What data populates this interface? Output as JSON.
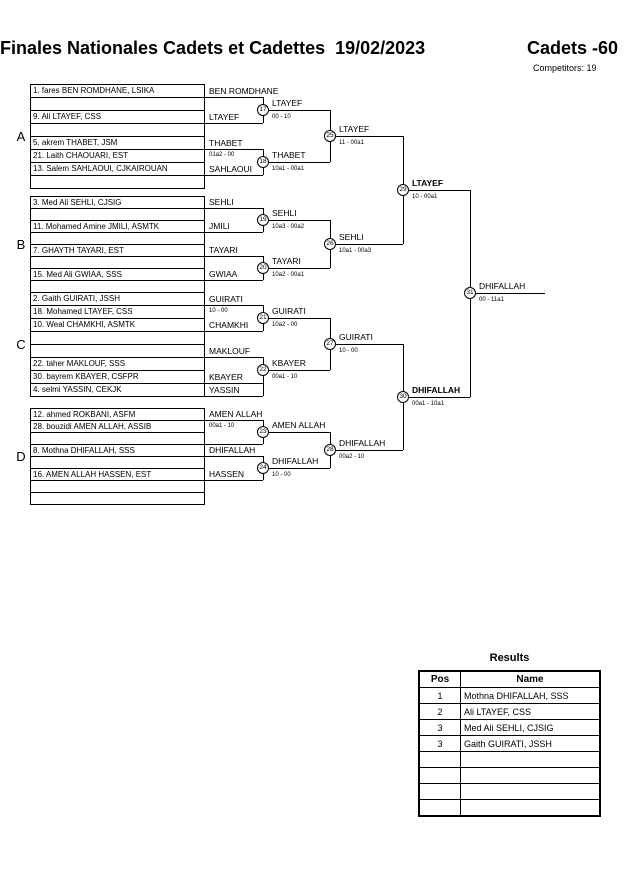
{
  "header": {
    "title": "Finales Nationales Cadets et Cadettes  19/02/2023",
    "category": "Cadets -60",
    "competitors": "Competitors: 19"
  },
  "pool_labels": [
    "A",
    "B",
    "C",
    "D"
  ],
  "bracket": {
    "seeds": [
      "1. fares BEN ROMDHANE, LSIKA",
      "",
      "9. Ali LTAYEF, CSS",
      "",
      "5. akrem THABET, JSM",
      "21. Laith CHAOUARI, EST",
      "13. Salem SAHLAOUI, CJKAIROUAN",
      "",
      "3. Med Ali SEHLI, CJSIG",
      "",
      "11. Mohamed Amine JMILI, ASMTK",
      "",
      "7. GHAYTH TAYARI, EST",
      "",
      "15. Med Ali GWIAA, SSS",
      "",
      "2. Gaith GUIRATI, JSSH",
      "18. Mohamed LTAYEF, CSS",
      "10. Weal CHAMKHI, ASMTK",
      "",
      "",
      "22. taher MAKLOUF, SSS",
      "30. bayrem KBAYER, CSFPR",
      "4. selmi YASSIN, CEKJK",
      "12. ahmed ROKBANI, ASFM",
      "28. bouzidi AMEN ALLAH, ASSIB",
      "",
      "8. Mothna DHIFALLAH, SSS",
      "",
      "16. AMEN ALLAH HASSEN, EST",
      "",
      ""
    ],
    "entrants": [
      {
        "name": "BEN ROMDHANE",
        "score": ""
      },
      {
        "name": "LTAYEF",
        "score": ""
      },
      {
        "name": "THABET",
        "score": "01a2 - 00"
      },
      {
        "name": "SAHLAOUI",
        "score": ""
      },
      {
        "name": "SEHLI",
        "score": ""
      },
      {
        "name": "JMILI",
        "score": ""
      },
      {
        "name": "TAYARI",
        "score": ""
      },
      {
        "name": "GWIAA",
        "score": ""
      },
      {
        "name": "GUIRATI",
        "score": "10 - 00"
      },
      {
        "name": "CHAMKHI",
        "score": ""
      },
      {
        "name": "MAKLOUF",
        "score": ""
      },
      {
        "name": "KBAYER",
        "score": ""
      },
      {
        "name": "YASSIN",
        "score": ""
      },
      {
        "name": "AMEN ALLAH",
        "score": "00a1 - 10"
      },
      {
        "name": "DHIFALLAH",
        "score": ""
      },
      {
        "name": "HASSEN",
        "score": ""
      }
    ],
    "matches": [
      {
        "n": "17",
        "winner": "LTAYEF",
        "score": "00 - 10"
      },
      {
        "n": "18",
        "winner": "THABET",
        "score": "10a1 - 00a1"
      },
      {
        "n": "19",
        "winner": "SEHLI",
        "score": "10a3 - 00a2"
      },
      {
        "n": "20",
        "winner": "TAYARI",
        "score": "10a2 - 00a1"
      },
      {
        "n": "21",
        "winner": "GUIRATI",
        "score": "10a2 - 00"
      },
      {
        "n": "22",
        "winner": "KBAYER",
        "score": "00a1 - 10"
      },
      {
        "n": "23",
        "winner": "AMEN ALLAH",
        "score": ""
      },
      {
        "n": "24",
        "winner": "DHIFALLAH",
        "score": "10 - 00"
      },
      {
        "n": "25",
        "winner": "LTAYEF",
        "score": "11 - 00a1"
      },
      {
        "n": "26",
        "winner": "SEHLI",
        "score": "10a1 - 00a3"
      },
      {
        "n": "27",
        "winner": "GUIRATI",
        "score": "10 - 00"
      },
      {
        "n": "28",
        "winner": "DHIFALLAH",
        "score": "00a2 - 10"
      },
      {
        "n": "29",
        "winner": "LTAYEF",
        "score": "10 - 00a1"
      },
      {
        "n": "30",
        "winner": "DHIFALLAH",
        "score": "00a1 - 10a1"
      },
      {
        "n": "31",
        "winner": "DHIFALLAH",
        "score": "00 - 11a1"
      }
    ]
  },
  "results": {
    "title": "Results",
    "columns": [
      "Pos",
      "Name"
    ],
    "rows": [
      {
        "pos": "1",
        "name": "Mothna DHIFALLAH, SSS"
      },
      {
        "pos": "2",
        "name": "Ali LTAYEF, CSS"
      },
      {
        "pos": "3",
        "name": "Med Ali SEHLI, CJSIG"
      },
      {
        "pos": "3",
        "name": "Gaith GUIRATI, JSSH"
      },
      {
        "pos": "",
        "name": ""
      },
      {
        "pos": "",
        "name": ""
      },
      {
        "pos": "",
        "name": ""
      },
      {
        "pos": "",
        "name": ""
      }
    ]
  }
}
